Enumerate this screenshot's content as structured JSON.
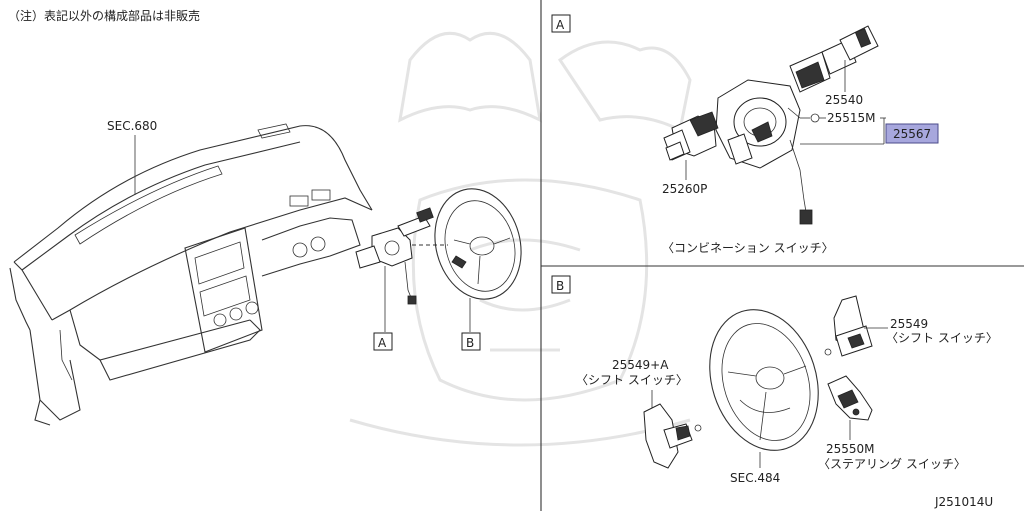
{
  "note": "（注）表記以外の構成部品は非販売",
  "left_panel": {
    "sec_label": "SEC.680",
    "callout_a": "A",
    "callout_b": "B"
  },
  "panel_a": {
    "tag": "A",
    "parts": {
      "p25540": "25540",
      "p25515m": "25515M",
      "p25567": "25567",
      "p25260p": "25260P"
    },
    "caption": "〈コンビネーション スイッチ〉"
  },
  "panel_b": {
    "tag": "B",
    "parts": {
      "p25549": "25549",
      "p25549_desc": "〈シフト スイッチ〉",
      "p25549a": "25549+A",
      "p25549a_desc": "〈シフト スイッチ〉",
      "p25550m": "25550M",
      "p25550m_desc": "〈ステアリング スイッチ〉",
      "sec484": "SEC.484"
    }
  },
  "diagram_code": "J251014U",
  "colors": {
    "highlight": "#a7a7dd",
    "line": "#333333",
    "watermark": "#e4e4e4"
  }
}
